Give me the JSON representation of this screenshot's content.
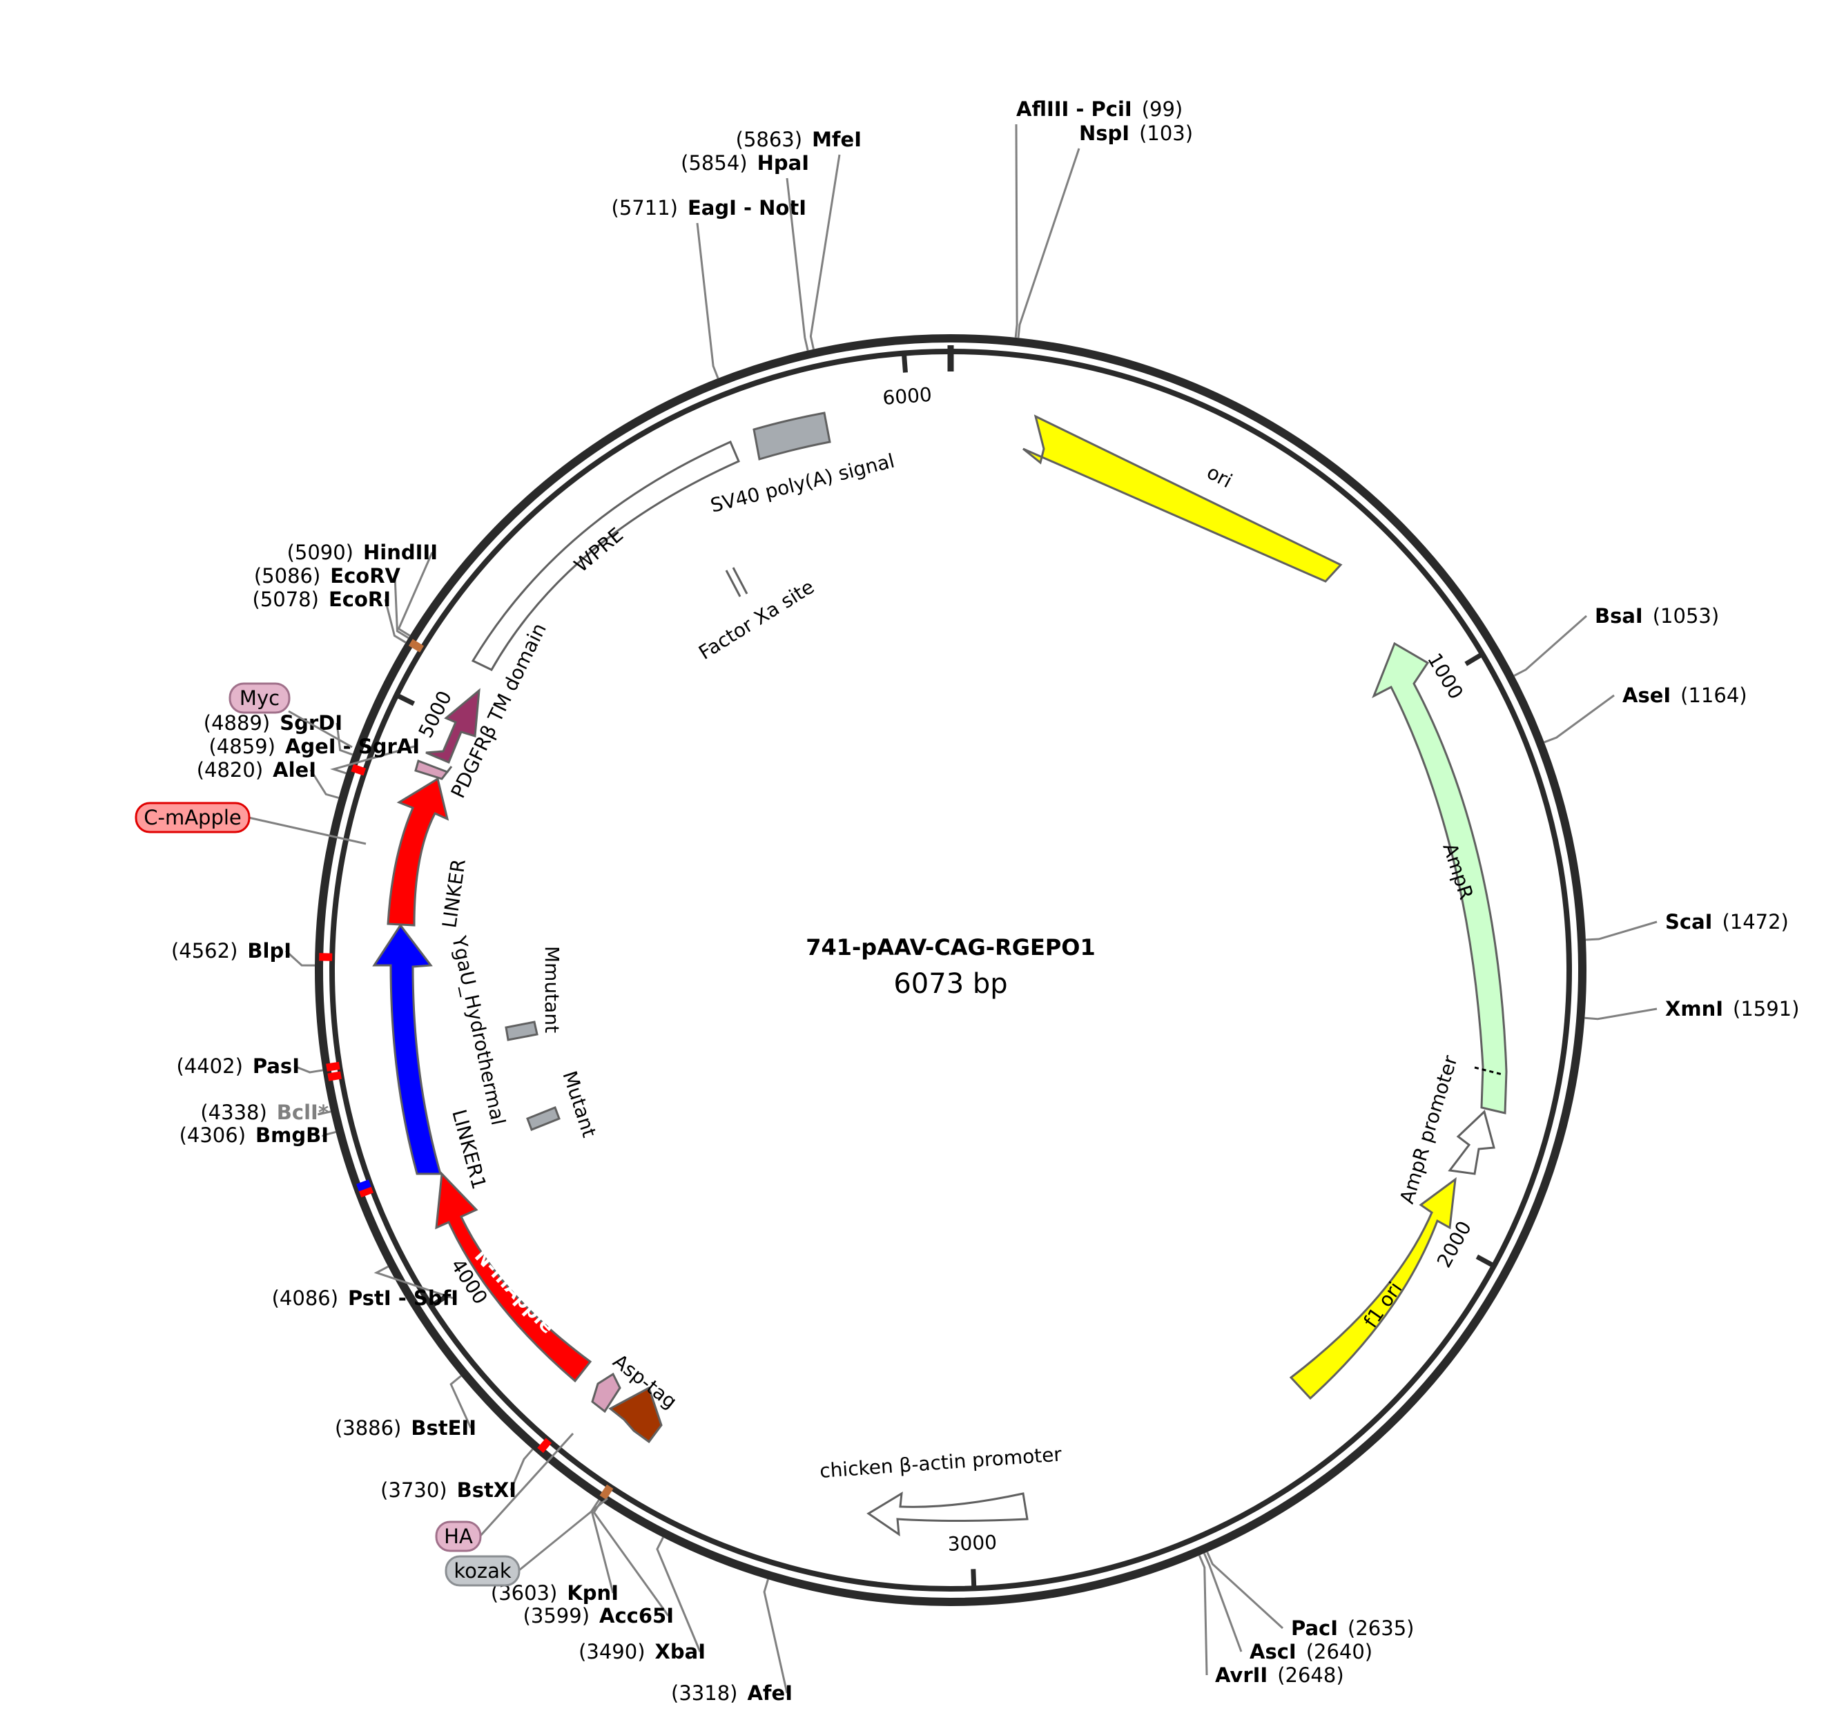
{
  "plasmid": {
    "name": "741-pAAV-CAG-RGEPO1",
    "length_label": "6073 bp",
    "length": 6073
  },
  "ticks": [
    {
      "pos": 1000,
      "label": "1000"
    },
    {
      "pos": 2000,
      "label": "2000"
    },
    {
      "pos": 3000,
      "label": "3000"
    },
    {
      "pos": 4000,
      "label": "4000"
    },
    {
      "pos": 5000,
      "label": "5000"
    },
    {
      "pos": 6000,
      "label": "6000"
    }
  ],
  "sites": [
    {
      "name": "AflIII - PciI",
      "pos": 99,
      "label": "(99)",
      "side": "right"
    },
    {
      "name": "NspI",
      "pos": 103,
      "label": "(103)",
      "side": "right"
    },
    {
      "name": "BsaI",
      "pos": 1053,
      "label": "(1053)",
      "side": "right"
    },
    {
      "name": "AseI",
      "pos": 1164,
      "label": "(1164)",
      "side": "right"
    },
    {
      "name": "ScaI",
      "pos": 1472,
      "label": "(1472)",
      "side": "right"
    },
    {
      "name": "XmnI",
      "pos": 1591,
      "label": "(1591)",
      "side": "right"
    },
    {
      "name": "PacI",
      "pos": 2635,
      "label": "(2635)",
      "side": "right"
    },
    {
      "name": "AscI",
      "pos": 2640,
      "label": "(2640)",
      "side": "right"
    },
    {
      "name": "AvrII",
      "pos": 2648,
      "label": "(2648)",
      "side": "right"
    },
    {
      "name": "AfeI",
      "pos": 3318,
      "label": "(3318)",
      "side": "left"
    },
    {
      "name": "XbaI",
      "pos": 3490,
      "label": "(3490)",
      "side": "left"
    },
    {
      "name": "Acc65I",
      "pos": 3599,
      "label": "(3599)",
      "side": "left"
    },
    {
      "name": "KpnI",
      "pos": 3603,
      "label": "(3603)",
      "side": "left"
    },
    {
      "name": "BstXI",
      "pos": 3730,
      "label": "(3730)",
      "side": "left"
    },
    {
      "name": "BstEII",
      "pos": 3886,
      "label": "(3886)",
      "side": "left"
    },
    {
      "name": "PstI - SbfI",
      "pos": 4086,
      "label": "(4086)",
      "side": "left"
    },
    {
      "name": "BmgBI",
      "pos": 4306,
      "label": "(4306)",
      "side": "left"
    },
    {
      "name": "BclI*",
      "pos": 4338,
      "label": "(4338)",
      "side": "left",
      "gray": true
    },
    {
      "name": "PasI",
      "pos": 4402,
      "label": "(4402)",
      "side": "left"
    },
    {
      "name": "BlpI",
      "pos": 4562,
      "label": "(4562)",
      "side": "left"
    },
    {
      "name": "AleI",
      "pos": 4820,
      "label": "(4820)",
      "side": "left"
    },
    {
      "name": "AgeI - SgrAI",
      "pos": 4859,
      "label": "(4859)",
      "side": "left"
    },
    {
      "name": "SgrDI",
      "pos": 4889,
      "label": "(4889)",
      "side": "left"
    },
    {
      "name": "EcoRI",
      "pos": 5078,
      "label": "(5078)",
      "side": "left"
    },
    {
      "name": "EcoRV",
      "pos": 5086,
      "label": "(5086)",
      "side": "left"
    },
    {
      "name": "HindIII",
      "pos": 5090,
      "label": "(5090)",
      "side": "left"
    },
    {
      "name": "EagI - NotI",
      "pos": 5711,
      "label": "(5711)",
      "side": "left"
    },
    {
      "name": "HpaI",
      "pos": 5854,
      "label": "(5854)",
      "side": "left"
    },
    {
      "name": "MfeI",
      "pos": 5863,
      "label": "(5863)",
      "side": "left"
    }
  ],
  "tags": [
    {
      "name": "Myc",
      "color": "#e4b5cb",
      "border": "#a0708a"
    },
    {
      "name": "C-mApple",
      "color": "#ff9c9c",
      "border": "#e00000"
    },
    {
      "name": "HA",
      "color": "#e4b5cb",
      "border": "#a0708a"
    },
    {
      "name": "kozak",
      "color": "#c4c8cc",
      "border": "#8a8e92"
    }
  ],
  "features": [
    {
      "name": "ori",
      "color": "#ffff00"
    },
    {
      "name": "AmpR",
      "color": "#ccffcc"
    },
    {
      "name": "AmpR promoter",
      "color": "#ffffff"
    },
    {
      "name": "f1 ori",
      "color": "#ffff00"
    },
    {
      "name": "chicken β-actin promoter",
      "color": "#ffffff"
    },
    {
      "name": "Asp-tag",
      "color": "#a33500"
    },
    {
      "name": "N-mApple",
      "color": "#ff0000"
    },
    {
      "name": "LINKER1",
      "color": "#ffffff"
    },
    {
      "name": "YgaU_Hydrothermal",
      "color": "#0000ff"
    },
    {
      "name": "LINKER",
      "color": "#ff0000"
    },
    {
      "name": "PDGFRβ TM domain",
      "color": "#993366"
    },
    {
      "name": "WPRE",
      "color": "#ffffff"
    },
    {
      "name": "SV40 poly(A) signal",
      "color": "#a6abb0"
    },
    {
      "name": "Factor Xa site",
      "color": "#ffffff"
    },
    {
      "name": "Mmutant",
      "color": "#a6abb0"
    },
    {
      "name": "Mutant",
      "color": "#a6abb0"
    }
  ],
  "colors": {
    "backbone": "#2a2a2a",
    "leader": "#808080",
    "red_mark": "#ff0000",
    "brown_mark": "#c0703a"
  }
}
